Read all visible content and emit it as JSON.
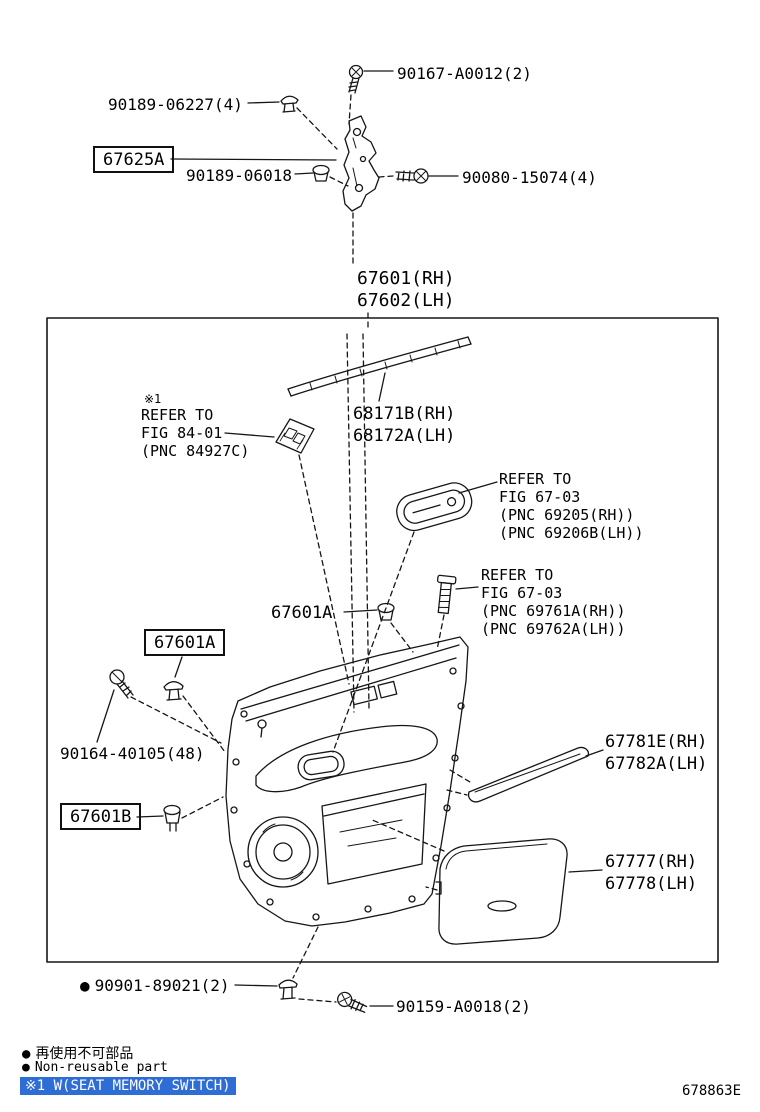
{
  "colors": {
    "highlight_bg": "#2e6cd6",
    "highlight_fg": "#ffffff",
    "line": "#161616"
  },
  "footer_code": "678863E",
  "parts": {
    "screw_top": "90167-A0012(2)",
    "clip_top": "90189-06227(4)",
    "bracket": "67625A",
    "clip_bracket": "90189-06018",
    "screw_bracket": "90080-15074(4)",
    "trim_board_rh": "67601(RH)",
    "trim_board_lh": "67602(LH)",
    "weatherstrip_rh": "68171B(RH)",
    "weatherstrip_lh": "68172A(LH)",
    "clip_mid": "67601A",
    "clip_left": "67601A",
    "screw_left": "90164-40105(48)",
    "clip_lower": "67601B",
    "garnish_rh": "67781E(RH)",
    "garnish_lh": "67782A(LH)",
    "pocket_rh": "67777(RH)",
    "pocket_lh": "67778(LH)",
    "clip_bottom": "90901-89021(2)",
    "screw_bottom": "90159-A0018(2)"
  },
  "refs": {
    "fig8401": {
      "note": "※1",
      "line1": "REFER TO",
      "line2": "FIG 84-01",
      "line3": "(PNC 84927C)"
    },
    "fig6703_handle": {
      "line1": "REFER TO",
      "line2": "FIG 67-03",
      "line3": "(PNC 69205(RH))",
      "line4": "(PNC 69206B(LH))"
    },
    "fig6703_bezel": {
      "line1": "REFER TO",
      "line2": "FIG 67-03",
      "line3": "(PNC 69761A(RH))",
      "line4": "(PNC 69762A(LH))"
    }
  },
  "legend": {
    "bullet": "●",
    "nonreusable_jp": "再使用不可部品",
    "nonreusable_en": "Non-reusable part",
    "seat_memory_note": "※1 W(SEAT MEMORY SWITCH)"
  }
}
